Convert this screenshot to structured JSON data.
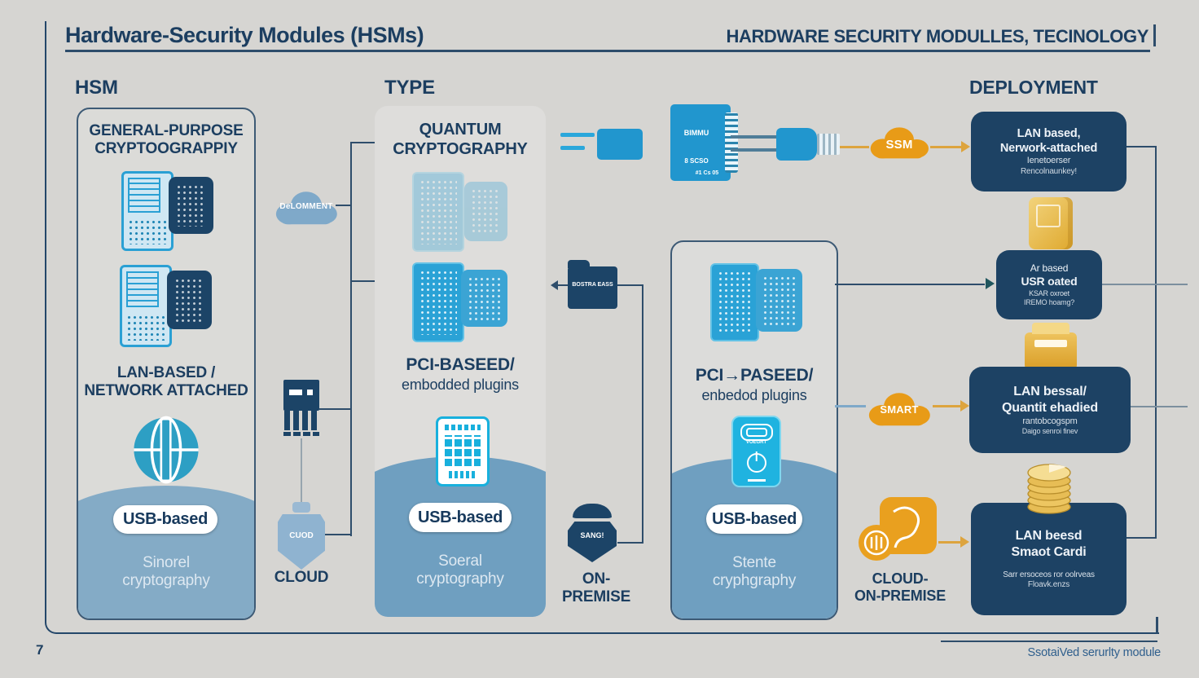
{
  "header": {
    "title_left": "Hardware-Security Modules (HSMs)",
    "title_right": "HARDWARE SECURITY MODULLES, TECINOLOGY"
  },
  "columns": {
    "hsm": "HSM",
    "type": "TYPE",
    "deployment": "DEPLOYMENT"
  },
  "hsm_card": {
    "title": "GENERAL-PURPOSE\nCRYPTOOGRAPPIY",
    "subtitle": "LAN-BASED /\nNETWORK ATTACHED",
    "pill": "USB-based",
    "footer": "Sinorel\ncryptography"
  },
  "type_card_quantum": {
    "title": "QUANTUM\nCRYPTOGRAPHY",
    "mid_title": "PCI-BASEED/",
    "mid_sub": "embodded plugins",
    "pill": "USB-based",
    "footer": "Soeral\ncryptography"
  },
  "type_card_pci": {
    "mid_title": "PCI→PASEED/",
    "mid_sub": "enbedod plugins",
    "usb_card_caption": "VOEGRT",
    "pill": "USB-based",
    "footer": "Stente\ncryphgraphy"
  },
  "connectors": {
    "deployment_cloud": "DeLOMMENT",
    "flask_text": "CUOD",
    "cloud_label": "CLOUD",
    "business_folder": "BOSTRA EASS",
    "san_shield": "SANG!",
    "on_premise_label": "ON-\nPREMISE",
    "adapter_label": "BIMMU",
    "adapter_sub": "8 SCSO",
    "adapter_foot": "#1 Cs 05",
    "ssm_cloud": "SSM",
    "smart_cloud": "SMART",
    "cloud_on_premise_label": "CLOUD-\nON-PREMISE"
  },
  "dep": {
    "cards": [
      {
        "l1": "LAN based,",
        "l2": "Nerwork-attached",
        "l3": "Ienetoerser",
        "l4": "Rencolnaunkey!"
      },
      {
        "l1": "Ar based",
        "l2": "USR oated",
        "l3": "KSAR oxroet",
        "l4": "IREMO hoamg?"
      },
      {
        "l1": "LAN bessal/",
        "l2": "Quantit ehadied",
        "l3": "rantobcogspm",
        "l4": "Daigo senroi finev"
      },
      {
        "l1": "LAN beesd",
        "l2": "Smaot Cardi",
        "s1": "Sarr ersoceos ror oolrveas",
        "s2": "Floavk.enzs"
      }
    ]
  },
  "footer": {
    "page": "7",
    "note": "SsotaiVed serurlty module"
  }
}
